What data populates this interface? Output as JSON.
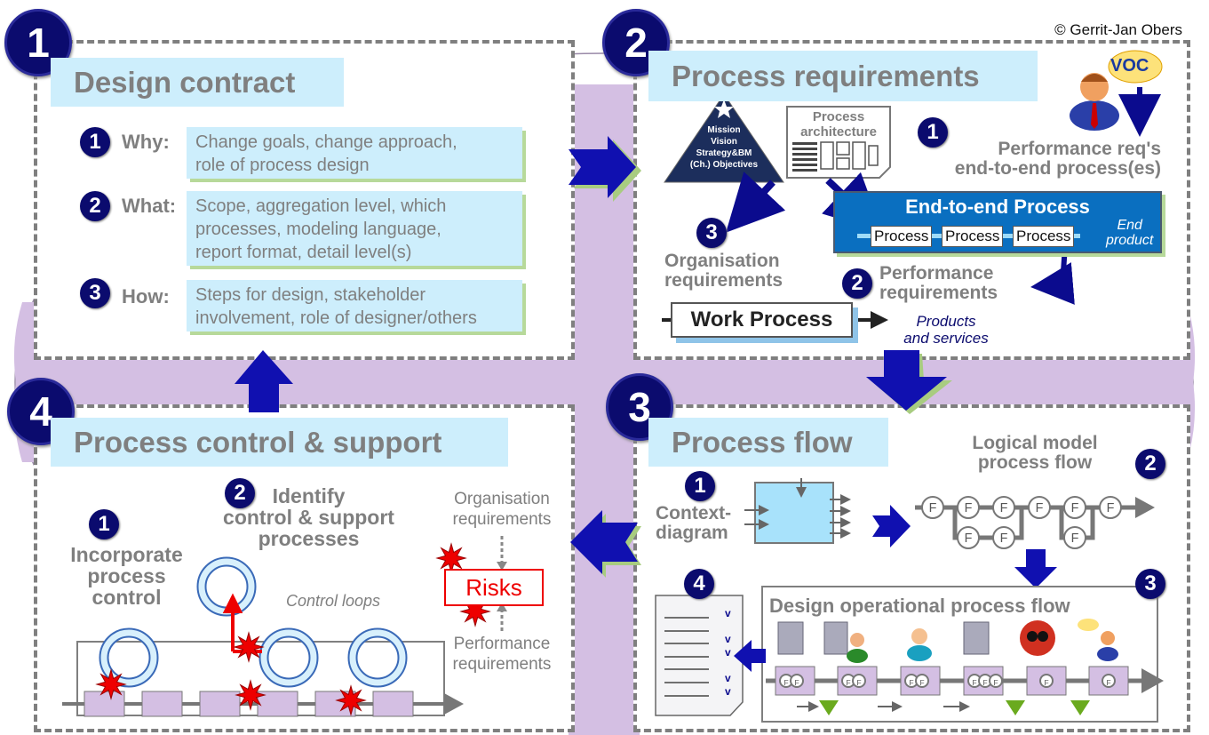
{
  "copyright": "© Gerrit-Jan Obers",
  "colors": {
    "navy": "#0b0b6e",
    "arrow_blue": "#1010b0",
    "purple_band": "#d4bfe3",
    "light_blue": "#cdeefc",
    "gray_text": "#7f7f7f",
    "risk_red": "#e00000"
  },
  "q1": {
    "num": "1",
    "title": "Design contract",
    "items": [
      {
        "num": "1",
        "label": "Why:",
        "text": "Change goals, change approach,\nrole of process design"
      },
      {
        "num": "2",
        "label": "What:",
        "text": "Scope, aggregation level, which\nprocesses, modeling language,\nreport format, detail level(s)"
      },
      {
        "num": "3",
        "label": "How:",
        "text": "Steps for design, stakeholder\ninvolvement, role of designer/others"
      }
    ]
  },
  "q2": {
    "num": "2",
    "title": "Process requirements",
    "voc": "VOC",
    "triangle": [
      "Mission",
      "Vision",
      "Strategy&BM",
      "(Ch.) Objectives"
    ],
    "architecture": "Process\narchitecture",
    "step1": {
      "num": "1",
      "text": "Performance req's\nend-to-end process(es)"
    },
    "e2e": {
      "title": "End-to-end Process",
      "processes": [
        "Process",
        "Process",
        "Process"
      ],
      "end": "End\nproduct"
    },
    "step3": {
      "num": "3",
      "text": "Organisation\nrequirements"
    },
    "step2": {
      "num": "2",
      "text": "Performance\nrequirements"
    },
    "work_process": "Work Process",
    "products": "Products\nand services"
  },
  "q3": {
    "num": "3",
    "title": "Process flow",
    "step1": {
      "num": "1",
      "text": "Context-\ndiagram"
    },
    "step2": {
      "num": "2",
      "text": "Logical model\nprocess flow"
    },
    "step3": {
      "num": "3",
      "text": "Design operational process flow"
    },
    "step4": {
      "num": "4"
    },
    "f": "F",
    "checks": [
      "v",
      "v",
      "v",
      "v",
      "v"
    ]
  },
  "q4": {
    "num": "4",
    "title": "Process control & support",
    "step1": {
      "num": "1",
      "text": "Incorporate\nprocess\ncontrol"
    },
    "step2": {
      "num": "2",
      "text": "Identify\ncontrol & support\nprocesses"
    },
    "control_loops": "Control loops",
    "org_req": "Organisation\nrequirements",
    "risks": "Risks",
    "perf_req": "Performance\nrequirements"
  }
}
